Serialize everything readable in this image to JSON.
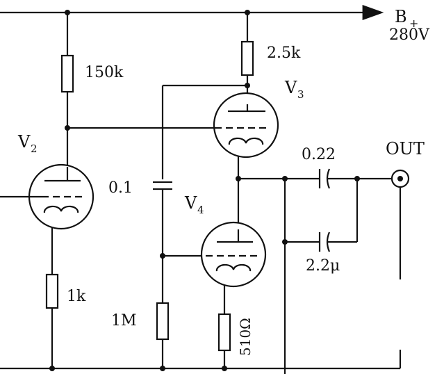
{
  "supply": {
    "label": "B",
    "subscript": "+",
    "voltage": "280V"
  },
  "resistors": {
    "r_150k": "150k",
    "r_2_5k": "2.5k",
    "r_1k": "1k",
    "r_1m": "1M",
    "r_510": "510Ω"
  },
  "capacitors": {
    "c_0_1": "0.1",
    "c_0_22": "0.22",
    "c_2_2u": "2.2μ"
  },
  "tubes": {
    "v2": {
      "main": "V",
      "sub": "2"
    },
    "v3": {
      "main": "V",
      "sub": "3"
    },
    "v4": {
      "main": "V",
      "sub": "4"
    }
  },
  "output": {
    "label": "OUT"
  }
}
